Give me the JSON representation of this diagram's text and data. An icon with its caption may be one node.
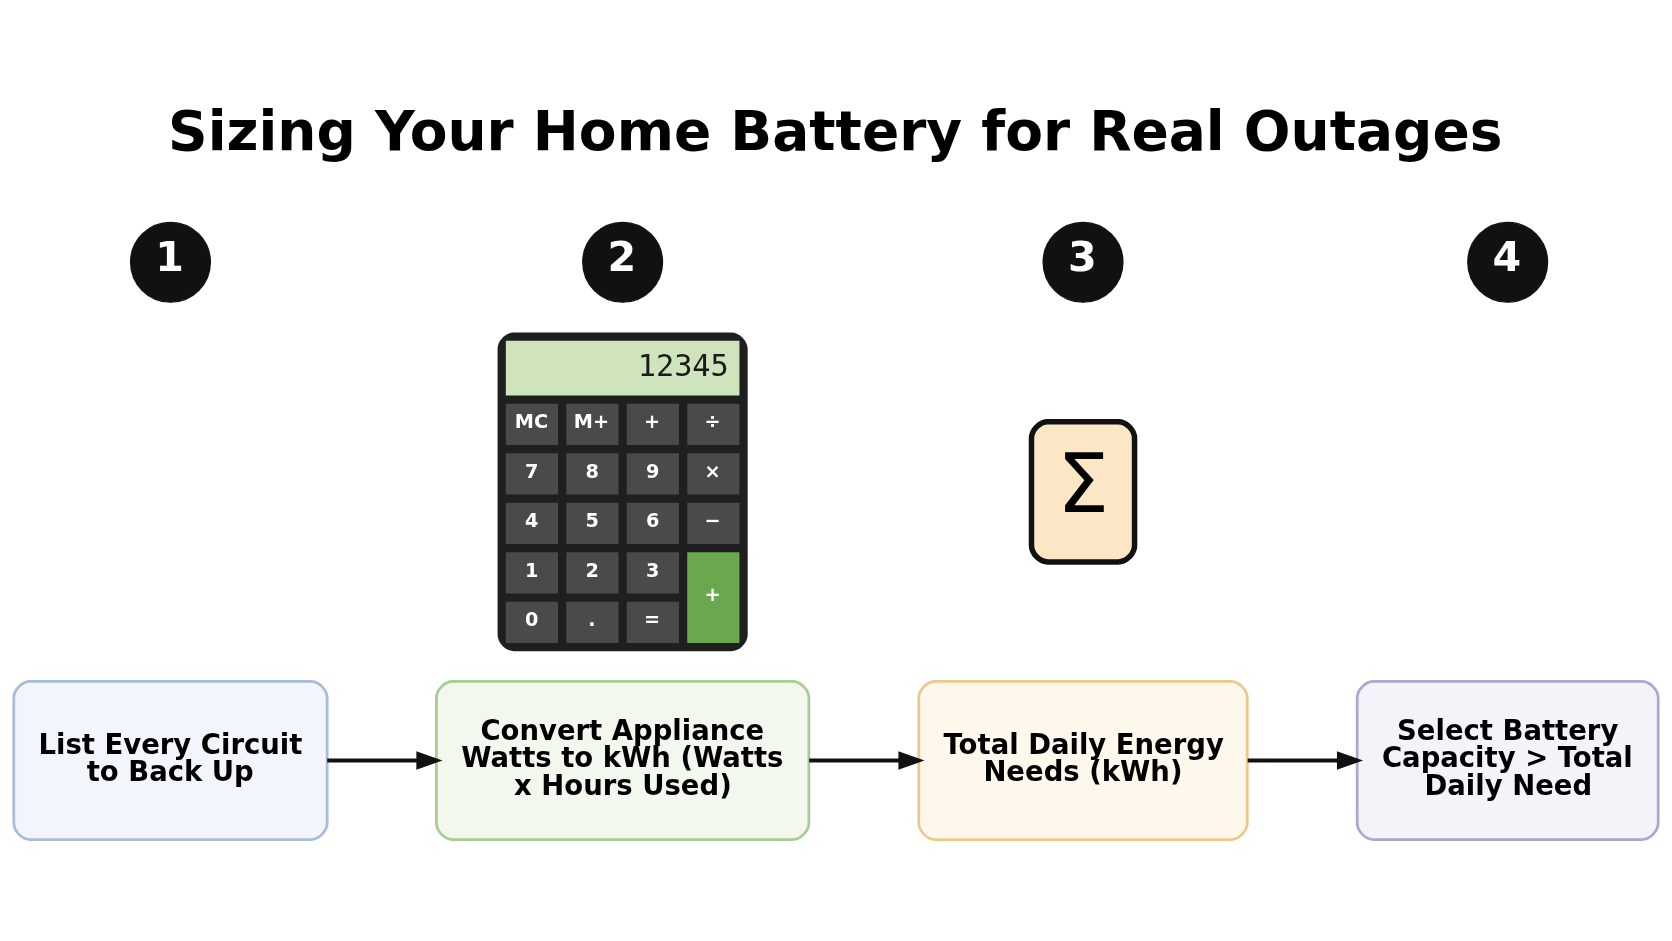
{
  "diagram": {
    "title": "Sizing Your Home Battery for Real Outages",
    "nodes": [
      {
        "text": [
          "1"
        ]
      },
      {
        "text": [
          "List Every Circuit to Back Up"
        ]
      },
      {
        "text": [
          "2"
        ]
      },
      {
        "text": [
          "Convert Appliance Watts to kWh (Watts x Hours Used)"
        ]
      },
      {
        "text": [
          "3"
        ]
      },
      {
        "text": [
          "Total Daily Energy Needs (kWh)"
        ]
      },
      {
        "text": [
          "4"
        ]
      },
      {
        "text": [
          "Select Battery Capacity > Total Daily Need"
        ]
      }
    ],
    "edges": [
      {
        "from": 1,
        "to": 3,
        "arrow": "to"
      },
      {
        "from": 3,
        "to": 5,
        "arrow": "to"
      },
      {
        "from": 5,
        "to": 7,
        "arrow": "to"
      }
    ],
    "labels": [
      "12345",
      "MC",
      "M+",
      "+",
      "÷",
      "7",
      "8",
      "9",
      "×",
      "4",
      "5",
      "6",
      "−",
      "1",
      "2",
      "3",
      "+",
      "0",
      ".",
      "=",
      "Σ"
    ]
  }
}
